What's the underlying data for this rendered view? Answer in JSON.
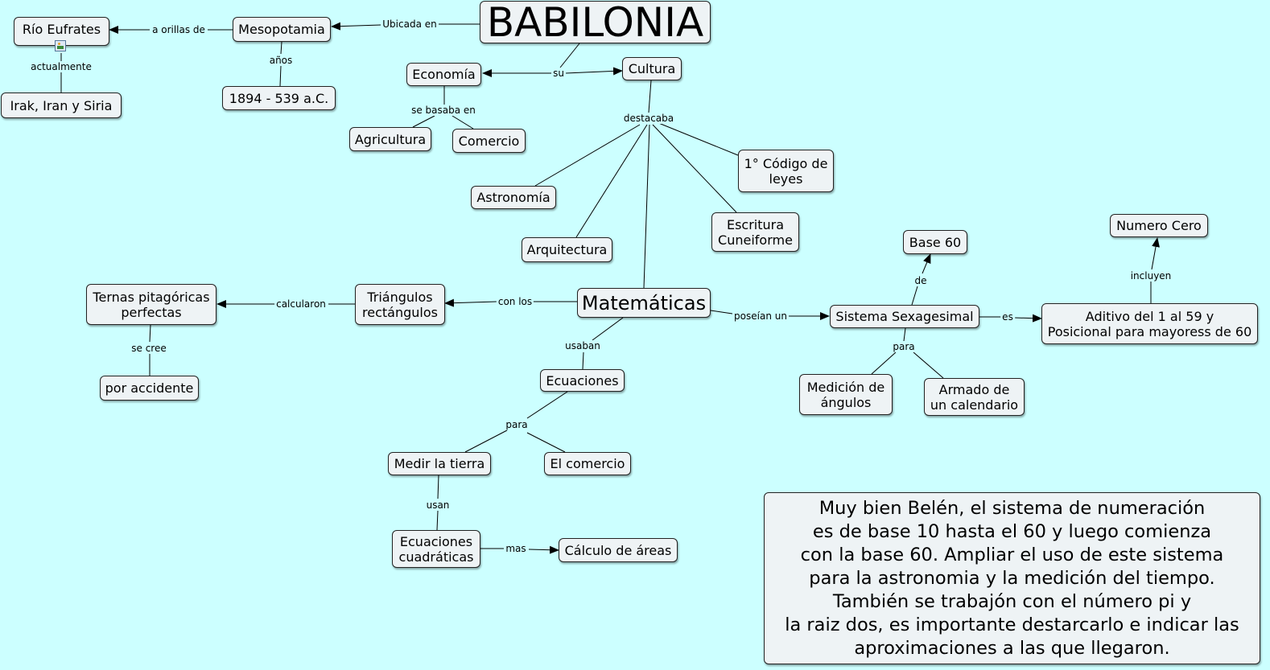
{
  "nodes": {
    "babilonia": "BABILONIA",
    "mesopotamia": "Mesopotamia",
    "rio_eufrates": "Río Eufrates",
    "irak": "Irak, Iran y Siria",
    "anos_valor": "1894 - 539 a.C.",
    "economia": "Economía",
    "cultura": "Cultura",
    "agricultura": "Agricultura",
    "comercio": "Comercio",
    "astronomia": "Astronomía",
    "codigo": "1° Código de\nleyes",
    "arquitectura": "Arquitectura",
    "escritura": "Escritura\nCuneiforme",
    "matematicas": "Matemáticas",
    "triangulos": "Triángulos\nrectángulos",
    "ternas": "Ternas pitagóricas\nperfectas",
    "por_accidente": "por accidente",
    "ecuaciones": "Ecuaciones",
    "medir_tierra": "Medir la tierra",
    "el_comercio": "El comercio",
    "ecuaciones_cuadraticas": "Ecuaciones\ncuadráticas",
    "calculo_areas": "Cálculo de áreas",
    "sistema_sexagesimal": "Sistema Sexagesimal",
    "base_60": "Base 60",
    "aditivo": "Aditivo del 1 al 59 y\nPosicional para mayoress de 60",
    "numero_cero": "Numero Cero",
    "medicion_angulos": "Medición de\nángulos",
    "armado_calendario": "Armado de\nun calendario",
    "nota": "Muy bien Belén, el sistema de numeración\nes de base 10 hasta el 60 y luego comienza\ncon la base 60.  Ampliar el uso de este sistema\npara  la astronomia y la medición del tiempo.\nTambién se trabajón con el número pi y\nla raiz dos, es importante destarcarlo e indicar las\naproximaciones a las que llegaron."
  },
  "links": {
    "ubicada_en": "Ubicada en",
    "a_orillas_de": "a orillas de",
    "actualmente": "actualmente",
    "anos": "años",
    "su": "su",
    "se_basaba_en": "se basaba en",
    "destacaba": "destacaba",
    "con_los": "con los",
    "calcularon": "calcularon",
    "se_cree": "se cree",
    "usaban": "usaban",
    "para_ecuaciones": "para",
    "usan": "usan",
    "mas": "mas",
    "poseian_un": "poseían un",
    "de": "de",
    "es": "es",
    "incluyen": "incluyen",
    "para_sistema": "para"
  },
  "colors": {
    "background": "#ccffff",
    "node_fill": "#eef3f5",
    "node_border": "#222222",
    "line": "#000000"
  }
}
